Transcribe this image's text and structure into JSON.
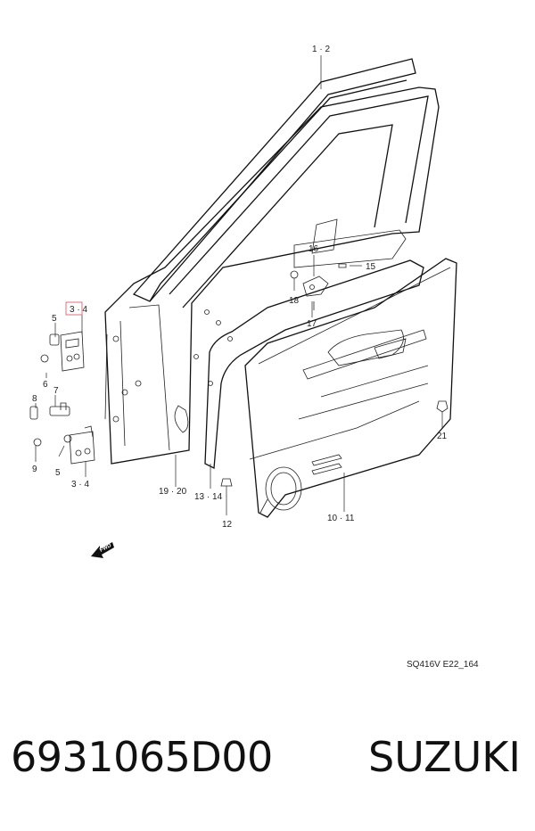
{
  "diagram": {
    "callouts": {
      "c_1_2": "1 · 2",
      "c_3_4_top": "3 · 4",
      "c_3_4_bottom": "3 · 4",
      "c_5_top": "5",
      "c_5_bottom": "5",
      "c_6": "6",
      "c_7": "7",
      "c_8": "8",
      "c_9": "9",
      "c_10_11": "10 · 11",
      "c_12": "12",
      "c_13_14": "13 · 14",
      "c_15": "15",
      "c_16": "16",
      "c_17": "17",
      "c_18": "18",
      "c_19_20": "19 · 20",
      "c_21": "21"
    },
    "fwd_label": "FWD",
    "reference_code": "SQ416V E22_164",
    "highlight_color": "#e0707a"
  },
  "footer": {
    "part_number": "6931065D00",
    "brand": "SUZUKI"
  }
}
